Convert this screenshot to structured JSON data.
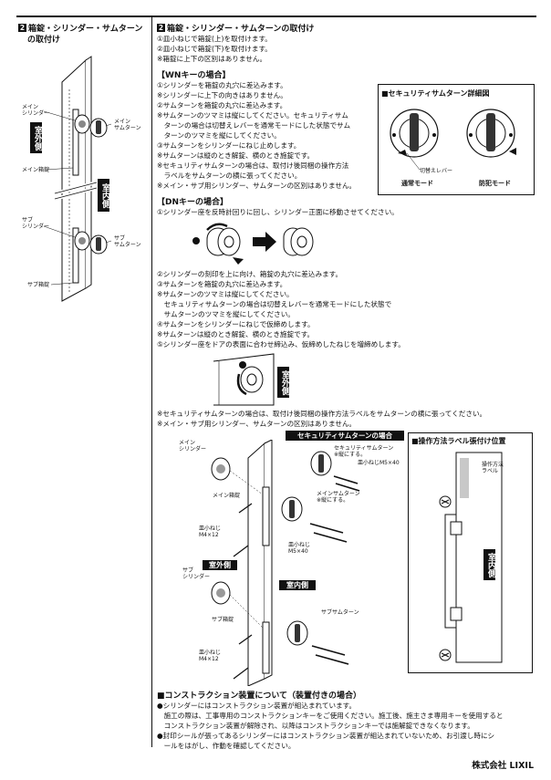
{
  "left_section": {
    "title_line1": "箱錠・シリンダー・サムターン",
    "title_line2": "の取付け",
    "labels": {
      "main_cylinder": [
        "メイン",
        "シリンダー"
      ],
      "main_thumbturn": [
        "メイン",
        "サムターン"
      ],
      "main_box": "メイン箱錠",
      "sub_cylinder": [
        "サブ",
        "シリンダー"
      ],
      "sub_thumbturn": [
        "サブ",
        "サムターン"
      ],
      "sub_box": "サブ箱錠",
      "outdoor": "室外側",
      "indoor": "室内側"
    }
  },
  "right_section": {
    "title": "箱錠・シリンダー・サムターンの取付け",
    "intro": [
      "①皿小ねじで箱錠(上)を取付けます。",
      "②皿小ねじで箱錠(下)を取付けます。",
      "※箱錠に上下の区別はありません。"
    ],
    "wn_heading": "【WNキーの場合】",
    "wn_lines": [
      "①シリンダーを箱錠の丸穴に差込みます。",
      "※シリンダーに上下の向きはありません。",
      "②サムターンを箱錠の丸穴に差込みます。",
      "※サムターンのツマミは縦にしてください。セキュリティサム",
      "　ターンの場合は切替えレバーを通常モードにした状態でサム",
      "　ターンのツマミを縦にしてください。",
      "③サムターンをシリンダーにねじ止めします。",
      "※サムターンは縦のとき解錠、横のとき施錠です。",
      "※セキュリティサムターンの場合は、取付け後同梱の操作方法",
      "　ラベルをサムターンの横に張ってください。",
      "※メイン・サブ用シリンダー、サムターンの区別はありません。"
    ],
    "security_box": {
      "title": "■セキュリティサムターン詳細図",
      "lever_label": "切替えレバー",
      "normal_mode": "通常モード",
      "crime_mode": "防犯モード"
    },
    "dn_heading": "【DNキーの場合】",
    "dn_step1": "①シリンダー座を反時計回りに回し、シリンダー正面に移動させてください。",
    "dn_lines": [
      "②シリンダーの刻印を上に向け、箱錠の丸穴に差込みます。",
      "③サムターンを箱錠の丸穴に差込みます。",
      "※サムターンのツマミは縦にしてください。",
      "　セキュリティサムターンの場合は切替えレバーを通常モードにした状態で",
      "　サムターンのツマミを縦にしてください。",
      "④サムターンをシリンダーにねじで仮締めします。",
      "※サムターンは縦のとき解錠、横のとき施錠です。",
      "⑤シリンダー座をドアの表面に合わせ締込み、仮締めしたねじを増締めします。"
    ],
    "dn_outdoor": "室外側",
    "notes": [
      "※セキュリティサムターンの場合は、取付け後同梱の操作方法ラベルをサムターンの横に張ってください。",
      "※メイン・サブ用シリンダー、サムターンの区別はありません。"
    ],
    "exploded": {
      "security_header": "セキュリティサムターンの場合",
      "main_cylinder": [
        "メイン",
        "シリンダー"
      ],
      "security_thumbturn": [
        "セキュリティサムターン",
        "※縦にする。"
      ],
      "screw_m5_top": "皿小ねじM5×40",
      "main_thumbturn": [
        "メインサムターン",
        "※縦にする。"
      ],
      "main_box": "メイン箱錠",
      "screw_m4_top": [
        "皿小ねじ",
        "M4×12"
      ],
      "screw_m5_mid": [
        "皿小ねじ",
        "M5×40"
      ],
      "outdoor": "室外側",
      "indoor": "室内側",
      "sub_cylinder": [
        "サブ",
        "シリンダー"
      ],
      "sub_thumbturn": "サブサムターン",
      "sub_box": "サブ箱錠",
      "screw_m4_bottom": [
        "皿小ねじ",
        "M4×12"
      ]
    },
    "label_box": {
      "title": "■操作方法ラベル張付け位置",
      "label": [
        "操作方法",
        "ラベル"
      ],
      "indoor": "室内側"
    },
    "construction": {
      "title": "■コンストラクション装置について（装置付きの場合）",
      "lines": [
        "●シリンダーにはコンストラクション装置が組込まれています。",
        "　施工の際は、工事専用のコンストラクションキーをご使用ください。施工後、施主さま専用キーを使用すると",
        "　コンストラクション装置が解除され、以降はコンストラクションキーでは施解錠できなくなります。",
        "●封印シールが張ってあるシリンダーにはコンストラクション装置が組込まれていないため、お引渡し時にシ",
        "　ールをはがし、作動を確認してください。"
      ]
    }
  },
  "footer": {
    "company": "株式会社 LIXIL"
  }
}
